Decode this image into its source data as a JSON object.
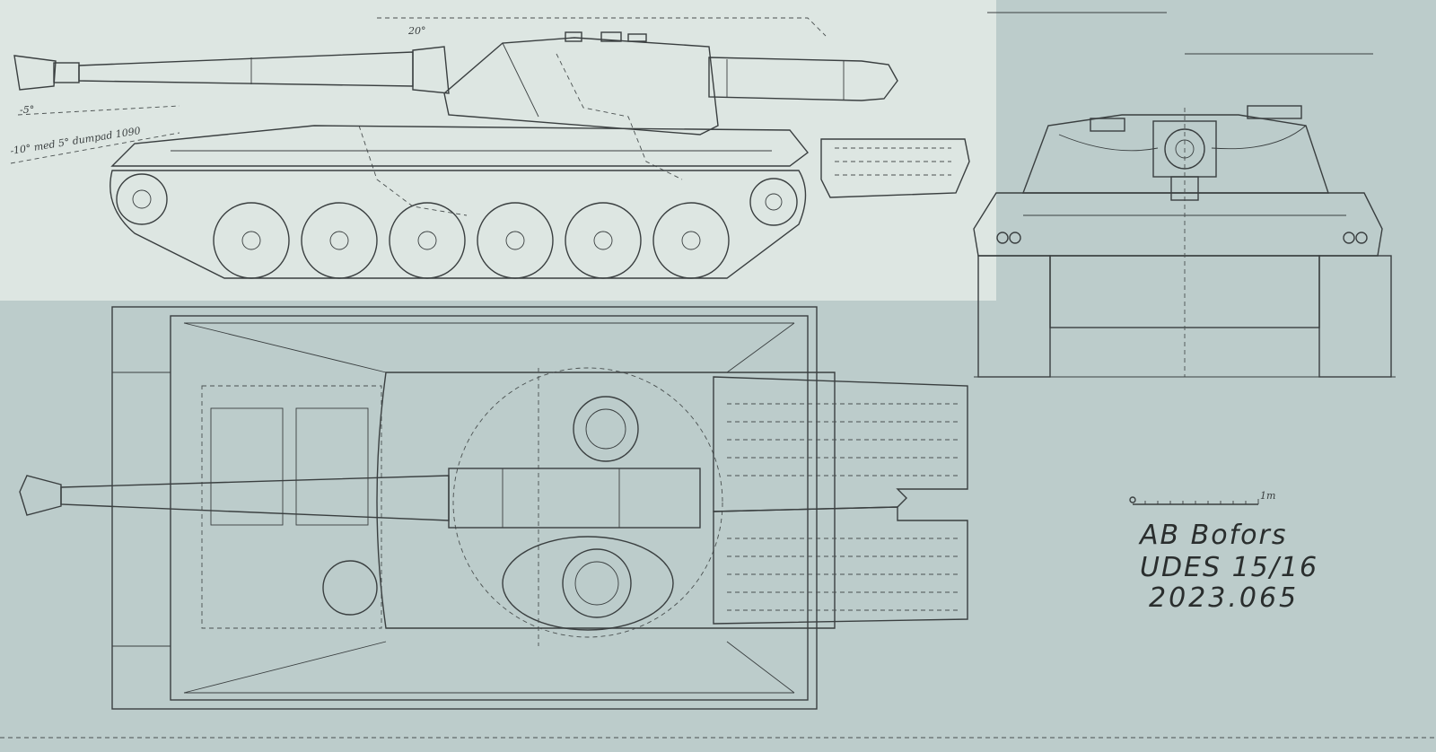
{
  "annotations": {
    "elevation_5": "-5°",
    "depression_10": "-10° med 5° dumpad 1090",
    "elevation_20": "20°"
  },
  "scale": {
    "label": "1m"
  },
  "title_block": {
    "line1": "AB Bofors",
    "line2": "UDES 15/16",
    "line3": "2023.065"
  },
  "colors": {
    "paper": "#bccccb",
    "highlight": "#dde6e2",
    "ink": "#3a3f40"
  }
}
